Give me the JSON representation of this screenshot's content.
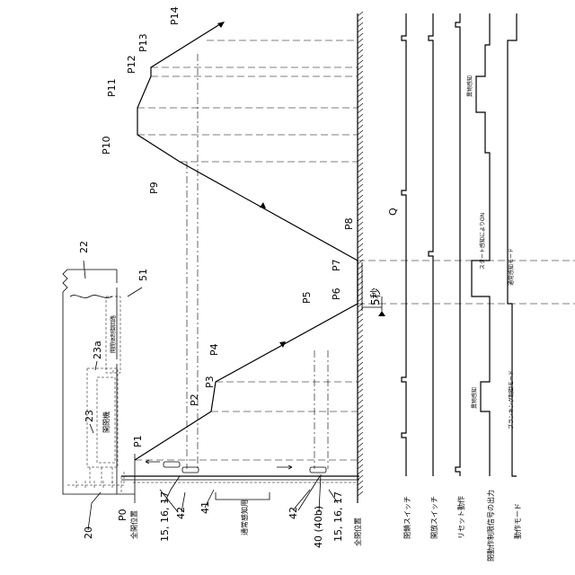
{
  "refs": {
    "r20": "20",
    "r22": "22",
    "r51": "51",
    "r23a": "23a",
    "r23": "23",
    "r41": "41",
    "r42a": "42",
    "r42b": "42",
    "r15a": "15, 16, 17",
    "r15b": "15, 16, 17",
    "r40": "40 (40b)"
  },
  "points": {
    "P0": "P0",
    "P1": "P1",
    "P2": "P2",
    "P3": "P3",
    "P4": "P4",
    "P5": "P5",
    "P6": "P6",
    "P7": "P7",
    "P8": "P8",
    "P9": "P9",
    "P10": "P10",
    "P11": "P11",
    "P12": "P12",
    "P13": "P13",
    "P14": "P14"
  },
  "labels": {
    "full_open": "全開位置",
    "full_closed": "全閉位置",
    "normal_detect": "通常感知用",
    "opener": "開閉機",
    "control_circuit": "開閉体制御回路",
    "five_sec": "5秒",
    "q": "Q",
    "close_switch": "閉鎖スイッチ",
    "open_switch": "開放スイッチ",
    "reset_action": "リセット動作",
    "close_limit_output": "閉動作制限信号の出力",
    "operation_mode": "動作モード",
    "foreign_detect_1": "異物感知",
    "foreign_detect_2": "異物感知",
    "start_detect": "スタート感知によりON",
    "normal_mode": "通常感知モード",
    "blanking_mode": "ブランキング制御モード"
  }
}
